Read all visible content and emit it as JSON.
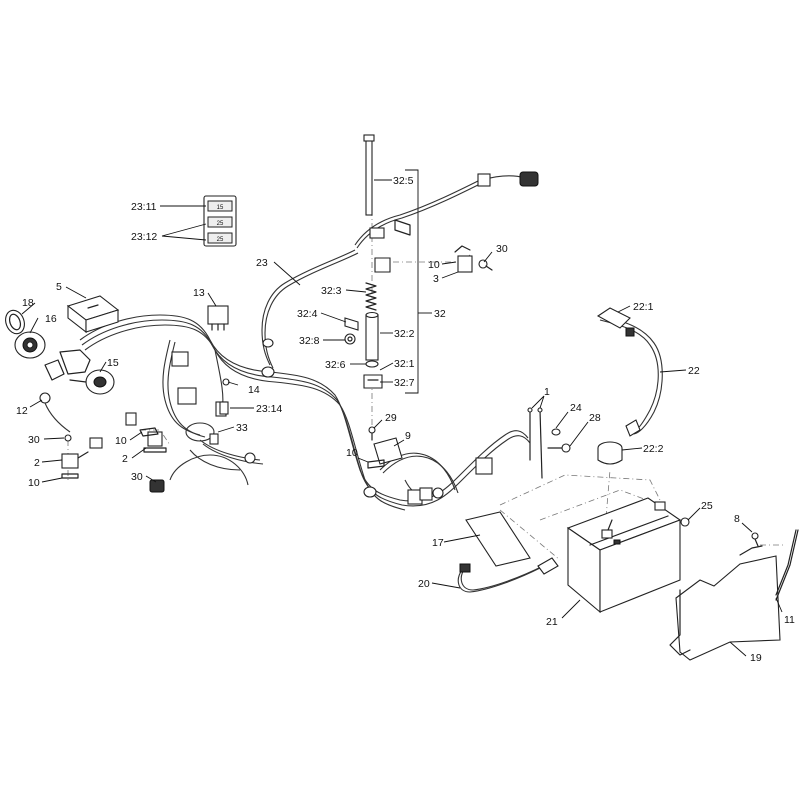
{
  "labels": [
    {
      "text": "32:5"
    },
    {
      "text": "23:11"
    },
    {
      "text": "23:12"
    },
    {
      "text": "30"
    },
    {
      "text": "10"
    },
    {
      "text": "3"
    },
    {
      "text": "23"
    },
    {
      "text": "5"
    },
    {
      "text": "13"
    },
    {
      "text": "32:3"
    },
    {
      "text": "18"
    },
    {
      "text": "16"
    },
    {
      "text": "32:4"
    },
    {
      "text": "32"
    },
    {
      "text": "32:2"
    },
    {
      "text": "22:1"
    },
    {
      "text": "32:8"
    },
    {
      "text": "15"
    },
    {
      "text": "32:6"
    },
    {
      "text": "32:1"
    },
    {
      "text": "22"
    },
    {
      "text": "32:7"
    },
    {
      "text": "14"
    },
    {
      "text": "1"
    },
    {
      "text": "12"
    },
    {
      "text": "23:14"
    },
    {
      "text": "24"
    },
    {
      "text": "28"
    },
    {
      "text": "29"
    },
    {
      "text": "33"
    },
    {
      "text": "30"
    },
    {
      "text": "10"
    },
    {
      "text": "9"
    },
    {
      "text": "22:2"
    },
    {
      "text": "2"
    },
    {
      "text": "2"
    },
    {
      "text": "10"
    },
    {
      "text": "30"
    },
    {
      "text": "10"
    },
    {
      "text": "25"
    },
    {
      "text": "8"
    },
    {
      "text": "17"
    },
    {
      "text": "20"
    },
    {
      "text": "21"
    },
    {
      "text": "11"
    },
    {
      "text": "19"
    }
  ],
  "fuses": [
    {
      "text": "15"
    },
    {
      "text": "25"
    },
    {
      "text": "25"
    }
  ]
}
